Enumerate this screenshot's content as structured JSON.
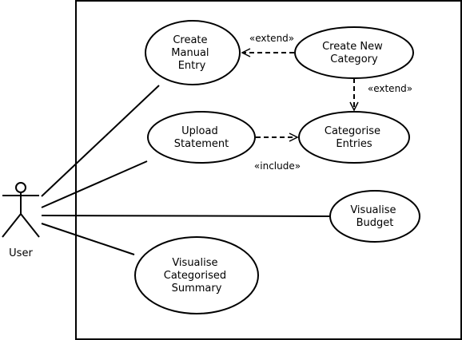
{
  "actor": {
    "label": "User"
  },
  "use_cases": {
    "create_manual_entry": [
      "Create",
      "Manual",
      "Entry"
    ],
    "create_new_category": [
      "Create New",
      "Category"
    ],
    "upload_statement": [
      "Upload",
      "Statement"
    ],
    "categorise_entries": [
      "Categorise",
      "Entries"
    ],
    "visualise_budget": [
      "Visualise",
      "Budget"
    ],
    "visualise_categorised_summary": [
      "Visualise",
      "Categorised",
      "Summary"
    ]
  },
  "relations": {
    "extend_1": "«extend»",
    "extend_2": "«extend»",
    "include": "«include»"
  }
}
